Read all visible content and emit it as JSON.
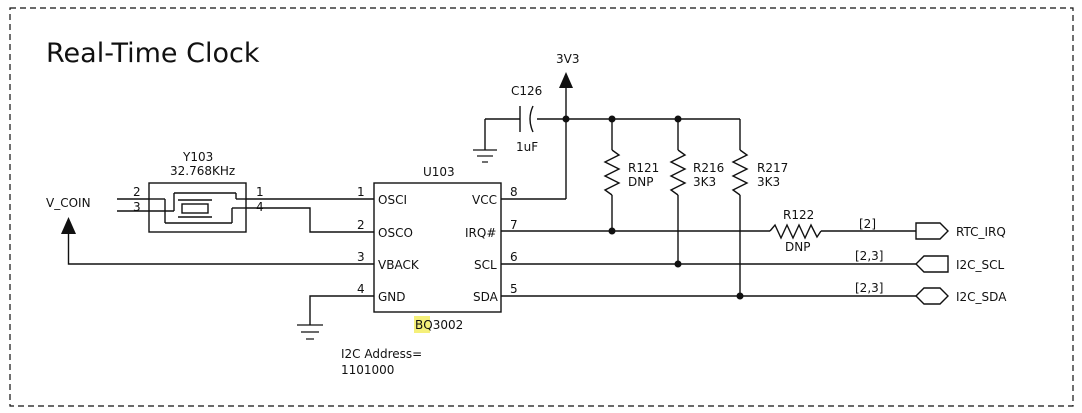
{
  "title": "Real-Time Clock",
  "power": {
    "net": "3V3"
  },
  "capacitor": {
    "ref": "C126",
    "value": "1uF"
  },
  "crystal": {
    "ref": "Y103",
    "value": "32.768KHz",
    "pins": [
      "2",
      "3",
      "1",
      "4"
    ]
  },
  "battery": {
    "net": "V_COIN"
  },
  "ic": {
    "ref": "U103",
    "part_highlight": "BQ",
    "part_rest": "3002",
    "left_pins": [
      {
        "num": "1",
        "name": "OSCI"
      },
      {
        "num": "2",
        "name": "OSCO"
      },
      {
        "num": "3",
        "name": "VBACK"
      },
      {
        "num": "4",
        "name": "GND"
      }
    ],
    "right_pins": [
      {
        "num": "8",
        "name": "VCC"
      },
      {
        "num": "7",
        "name": "IRQ#"
      },
      {
        "num": "6",
        "name": "SCL"
      },
      {
        "num": "5",
        "name": "SDA"
      }
    ]
  },
  "note": {
    "line1": "I2C Address=",
    "line2": "1101000"
  },
  "resistors": [
    {
      "ref": "R121",
      "value": "DNP"
    },
    {
      "ref": "R216",
      "value": "3K3"
    },
    {
      "ref": "R217",
      "value": "3K3"
    },
    {
      "ref": "R122",
      "value": "DNP"
    }
  ],
  "ports": [
    {
      "name": "RTC_IRQ",
      "sheet_ref": "[2]"
    },
    {
      "name": "I2C_SCL",
      "sheet_ref": "[2,3]"
    },
    {
      "name": "I2C_SDA",
      "sheet_ref": "[2,3]"
    }
  ]
}
